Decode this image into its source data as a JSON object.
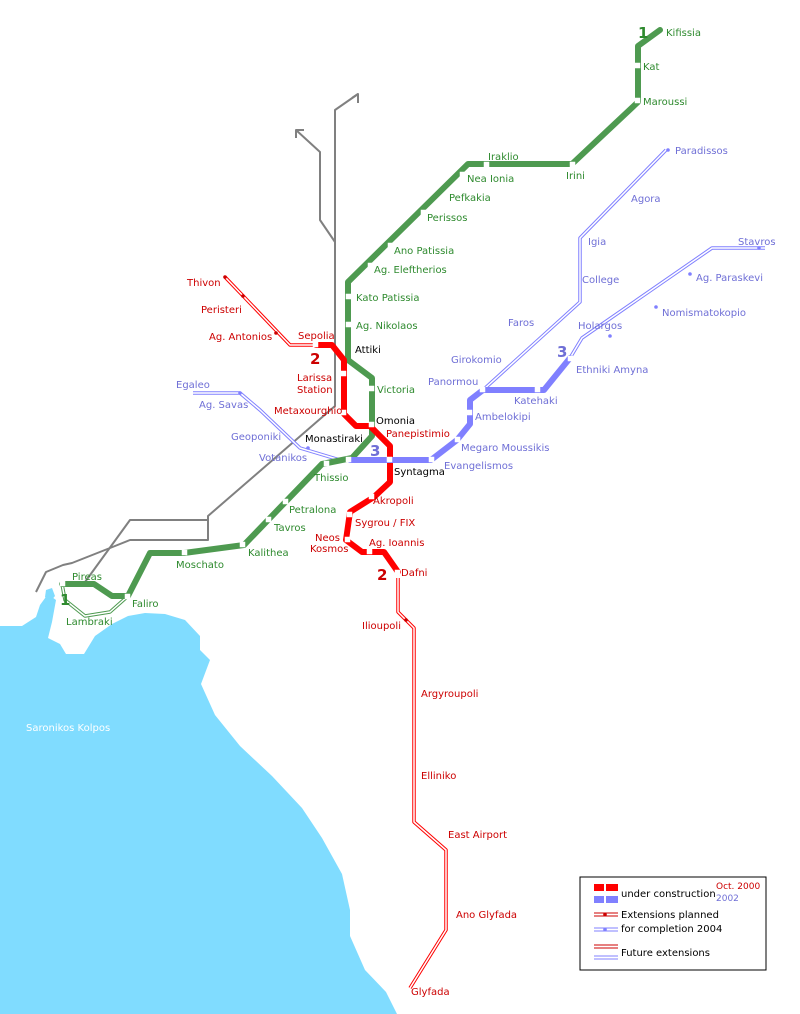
{
  "colors": {
    "line1": "#4e9a50",
    "line2": "#ff0000",
    "line3": "#8080ff",
    "sea": "#80dcff",
    "rail": "#808080",
    "green_text": "#2e8a2e",
    "red_text": "#cc0000",
    "blue_text": "#6f6fd6"
  },
  "line_numbers": {
    "l1_north": "1",
    "l1_south": "1",
    "l2_north": "2",
    "l2_south": "2",
    "l3_a": "3",
    "l3_b": "3"
  },
  "sea_label": "Saronikos Kolpos",
  "stations": {
    "kifissia": "Kifissia",
    "kat": "Kat",
    "maroussi": "Maroussi",
    "iraklio": "Iraklio",
    "irini": "Irini",
    "nea_ionia": "Nea Ionia",
    "pefkakia": "Pefkakia",
    "perissos": "Perissos",
    "ano_patissia": "Ano Patissia",
    "ag_eleftherios": "Ag. Eleftherios",
    "kato_patissia": "Kato Patissia",
    "ag_nikolaos": "Ag. Nikolaos",
    "attiki": "Attiki",
    "victoria": "Victoria",
    "omonia": "Omonia",
    "monastiraki": "Monastiraki",
    "thissio": "Thissio",
    "petralona": "Petralona",
    "tavros": "Tavros",
    "kalithea": "Kalithea",
    "moschato": "Moschato",
    "faliro": "Faliro",
    "pireas": "Pireas",
    "lambraki": "Lambraki",
    "thivon": "Thivon",
    "peristeri": "Peristeri",
    "ag_antonios": "Ag. Antonios",
    "sepolia": "Sepolia",
    "larissa_1": "Larissa",
    "larissa_2": "Station",
    "metaxourghio": "Metaxourghio",
    "panepistimio": "Panepistimio",
    "syntagma": "Syntagma",
    "akropoli": "Akropoli",
    "sygrou_fix": "Sygrou / FIX",
    "neos_1": "Neos",
    "neos_2": "Kosmos",
    "ag_ioannis": "Ag. Ioannis",
    "dafni": "Dafni",
    "ilioupoli": "Ilioupoli",
    "argyroupoli": "Argyroupoli",
    "elliniko": "Elliniko",
    "east_airport": "East Airport",
    "ano_glyfada": "Ano Glyfada",
    "glyfada": "Glyfada",
    "paradissos": "Paradissos",
    "agora": "Agora",
    "igia": "Igia",
    "college": "College",
    "faros": "Faros",
    "girokomio": "Girokomio",
    "panormou": "Panormou",
    "ambelokipi": "Ambelokipi",
    "megaro": "Megaro Moussikis",
    "evangelismos": "Evangelismos",
    "katehaki": "Katehaki",
    "ethniki_amyna": "Ethniki Amyna",
    "holargos": "Holargos",
    "nomismatokopio": "Nomismatokopio",
    "ag_paraskevi": "Ag. Paraskevi",
    "stavros": "Stavros",
    "egaleo": "Egaleo",
    "ag_savas": "Ag. Savas",
    "geoponiki": "Geoponiki",
    "votanikos": "Votanikos"
  },
  "legend": {
    "under_construction": "under construction",
    "date_red": "Oct. 2000",
    "date_blue": "2002",
    "planned_1": "Extensions planned",
    "planned_2": "for completion 2004",
    "future": "Future extensions"
  }
}
